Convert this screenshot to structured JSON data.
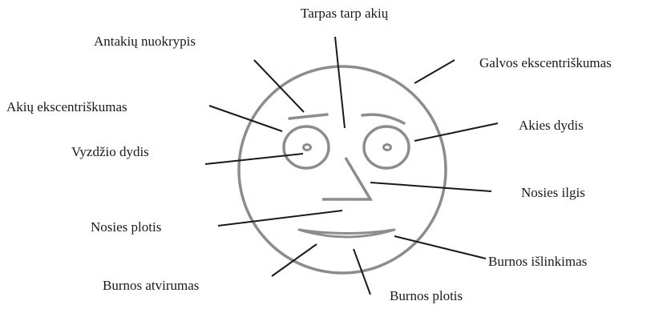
{
  "labels": {
    "eye_spacing": "Tarpas tarp akių",
    "brow_slant": "Antakių nuokrypis",
    "head_eccentricity": "Galvos ekscentriškumas",
    "eye_eccentricity": "Akių ekscentriškumas",
    "eye_size": "Akies dydis",
    "pupil_size": "Vyzdžio dydis",
    "nose_length": "Nosies ilgis",
    "nose_width": "Nosies plotis",
    "mouth_curvature": "Burnos išlinkimas",
    "mouth_openness": "Burnos atvirumas",
    "mouth_width": "Burnos plotis"
  },
  "colors": {
    "face_stroke": "#8c8c8c",
    "leader_line": "#1a1a1a",
    "text": "#1a1a1a"
  }
}
